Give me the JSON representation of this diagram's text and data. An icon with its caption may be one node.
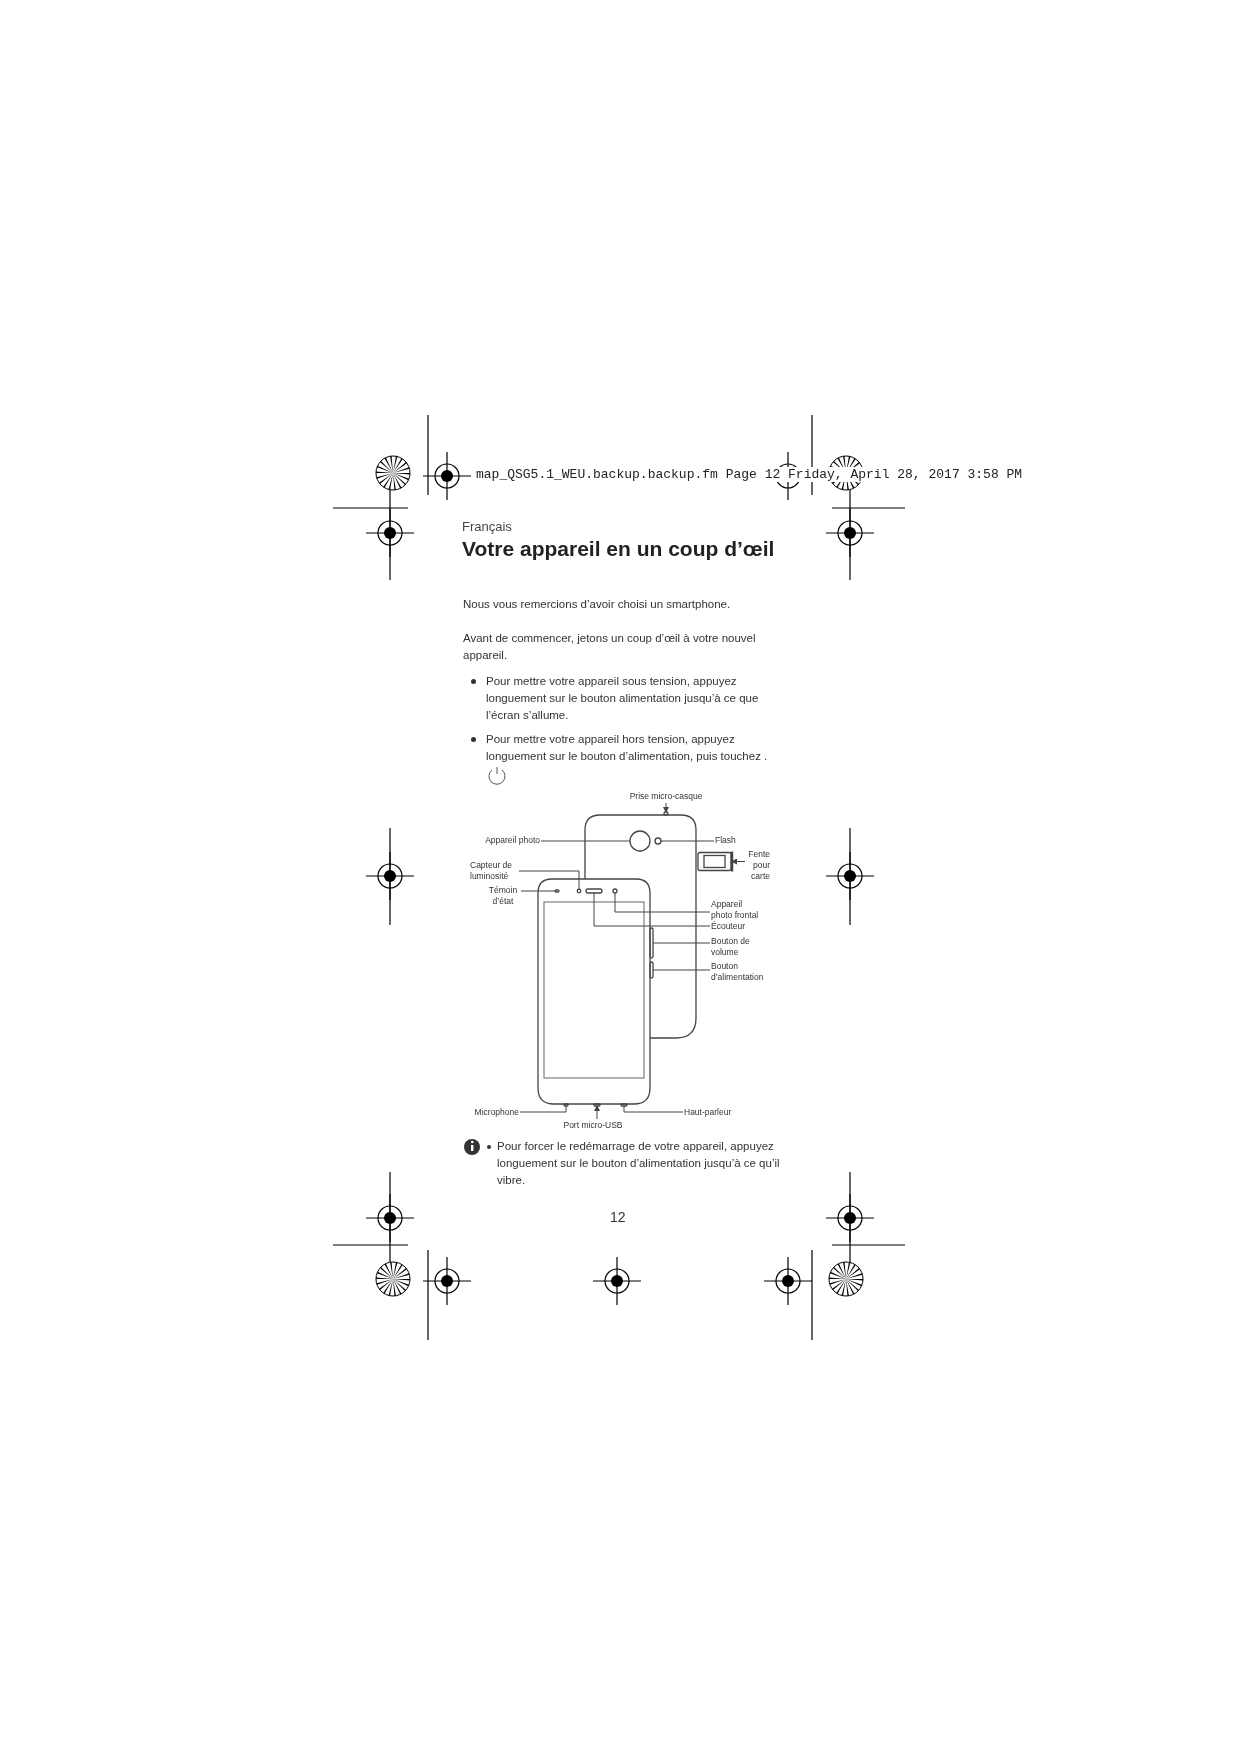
{
  "diagram": {
    "title": "Votre appareil en un coup d’œil",
    "nodes": [
      {
        "text": [
          "Prise micro-casque"
        ]
      },
      {
        "text": [
          "Appareil photo"
        ]
      },
      {
        "text": [
          "Flash"
        ]
      },
      {
        "text": [
          "Fente pour carte"
        ]
      },
      {
        "text": [
          "Capteur de luminosité"
        ]
      },
      {
        "text": [
          "Témoin d’état"
        ]
      },
      {
        "text": [
          "Appareil photo frontal"
        ]
      },
      {
        "text": [
          "Écouteur"
        ]
      },
      {
        "text": [
          "Bouton de volume"
        ]
      },
      {
        "text": [
          "Bouton d’alimentation"
        ]
      },
      {
        "text": [
          "Microphone"
        ]
      },
      {
        "text": [
          "Port micro-USB"
        ]
      },
      {
        "text": [
          "Haut-parleur"
        ]
      },
      {
        "text": [],
        "shape": "bar"
      },
      {
        "text": [],
        "shape": "circle"
      },
      {
        "text": [],
        "shape": "circle"
      },
      {
        "text": [],
        "shape": "box"
      },
      {
        "text": [],
        "shape": "circle"
      },
      {
        "text": [],
        "shape": "bar"
      },
      {
        "text": [],
        "shape": "circle"
      },
      {
        "text": [],
        "shape": "bar"
      },
      {
        "text": [],
        "shape": "bar"
      },
      {
        "text": [],
        "shape": "bar"
      },
      {
        "text": [],
        "shape": "bar"
      },
      {
        "text": [],
        "shape": "bar"
      },
      {
        "text": [],
        "shape": "bar"
      }
    ],
    "edges": [
      {
        "from": 0,
        "to": 13,
        "arrow": "to"
      },
      {
        "from": 1,
        "to": 14,
        "arrow": "none"
      },
      {
        "from": 2,
        "to": 15,
        "arrow": "none"
      },
      {
        "from": 3,
        "to": 16,
        "arrow": "to"
      },
      {
        "from": 4,
        "to": 17,
        "arrow": "none"
      },
      {
        "from": 5,
        "to": 18,
        "arrow": "none"
      },
      {
        "from": 6,
        "to": 19,
        "arrow": "none"
      },
      {
        "from": 7,
        "to": 20,
        "arrow": "none"
      },
      {
        "from": 8,
        "to": 21,
        "arrow": "none"
      },
      {
        "from": 9,
        "to": 22,
        "arrow": "none"
      },
      {
        "from": 10,
        "to": 23,
        "arrow": "none"
      },
      {
        "from": 11,
        "to": 24,
        "arrow": "to"
      },
      {
        "from": 12,
        "to": 25,
        "arrow": "none"
      }
    ],
    "labels": [
      "map_QSG5.1_WEU.backup.backup.fm  Page 12  Friday, April 28, 2017  3:58 PM",
      "Français",
      "Nous vous remercions d’avoir choisi un smartphone.",
      "Avant de commencer, jetons un coup d’œil à votre nouvel appareil.",
      "Pour mettre votre appareil sous tension, appuyez longuement sur le bouton alimentation jusqu’à ce que l’écran s’allume.",
      "Pour mettre votre appareil hors tension, appuyez longuement sur le bouton d’alimentation, puis touchez .",
      "Pour forcer le redémarrage de votre appareil, appuyez longuement sur le bouton d’alimentation jusqu’à ce qu’il vibre.",
      "12"
    ]
  }
}
